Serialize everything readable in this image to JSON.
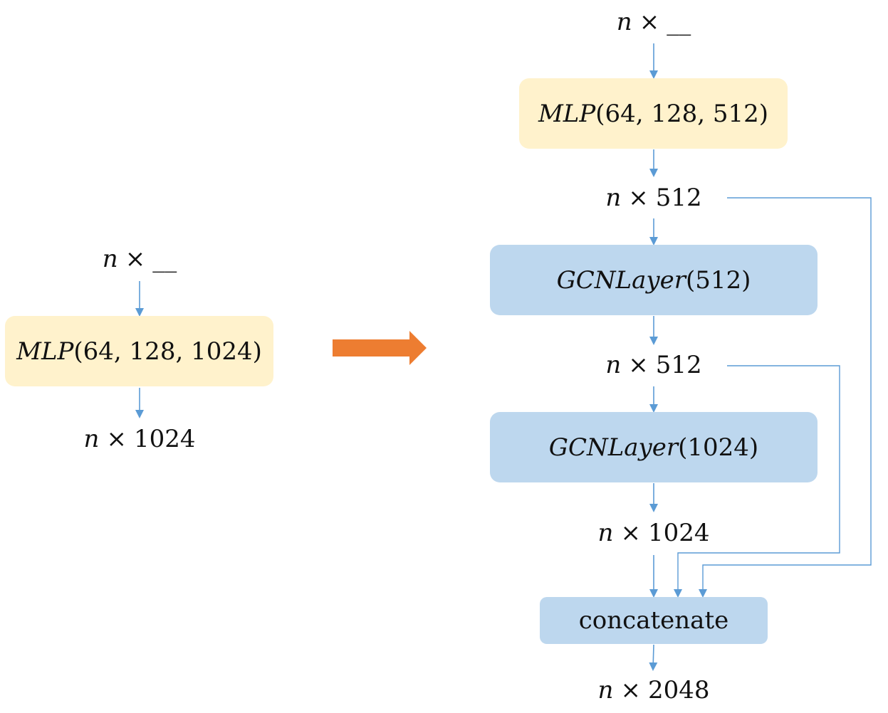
{
  "colors": {
    "connector": "#5b9bd5",
    "mlp_box": "#fff2cc",
    "gcn_box": "#bdd7ee",
    "transform_arrow": "#ed7d31"
  },
  "left": {
    "input": {
      "var": "n",
      "op": "×",
      "dim": "__"
    },
    "mlp": {
      "name": "MLP",
      "args": "(64, 128, 1024)"
    },
    "output": {
      "var": "n",
      "op": "×",
      "dim": "1024"
    }
  },
  "transform_arrow": {
    "icon": "right-block-arrow"
  },
  "right": {
    "input": {
      "var": "n",
      "op": "×",
      "dim": "__"
    },
    "mlp": {
      "name": "MLP",
      "args": "(64, 128, 512)"
    },
    "out1": {
      "var": "n",
      "op": "×",
      "dim": "512"
    },
    "gcn1": {
      "name": "GCNLayer",
      "args": "(512)"
    },
    "out2": {
      "var": "n",
      "op": "×",
      "dim": "512"
    },
    "gcn2": {
      "name": "GCNLayer",
      "args": "(1024)"
    },
    "out3": {
      "var": "n",
      "op": "×",
      "dim": "1024"
    },
    "concat": {
      "label": "concatenate"
    },
    "final": {
      "var": "n",
      "op": "×",
      "dim": "2048"
    }
  }
}
